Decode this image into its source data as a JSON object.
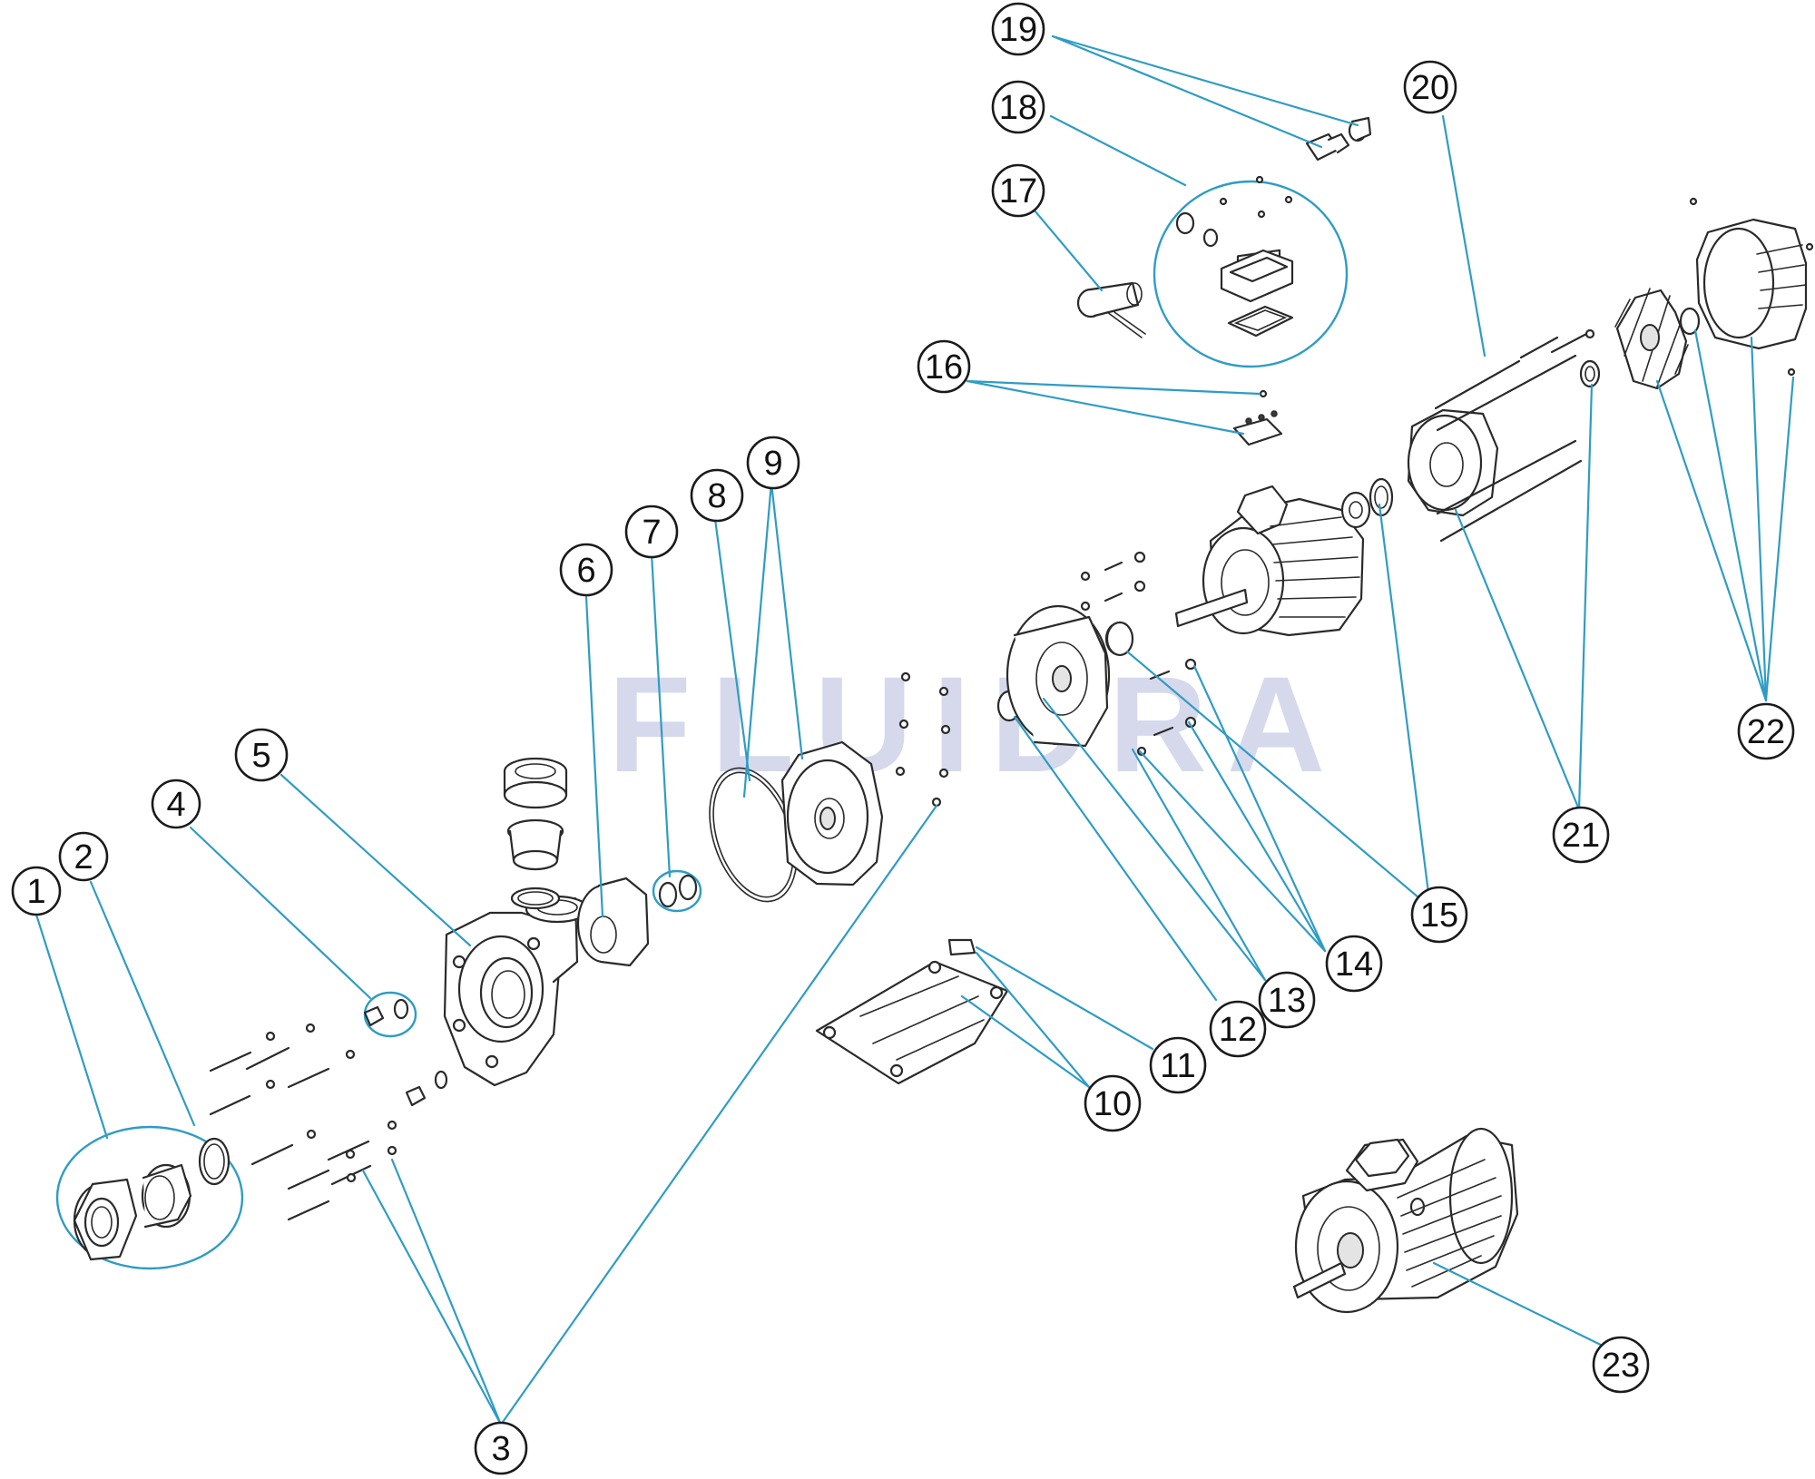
{
  "watermark": "FLUIDRA",
  "colors": {
    "leader_line": "#2f9cc4",
    "outline": "#2a2a2a",
    "watermark": "#c9cde6"
  },
  "callouts": [
    {
      "id": "1",
      "label": "1"
    },
    {
      "id": "2",
      "label": "2"
    },
    {
      "id": "3",
      "label": "3"
    },
    {
      "id": "4",
      "label": "4"
    },
    {
      "id": "5",
      "label": "5"
    },
    {
      "id": "6",
      "label": "6"
    },
    {
      "id": "7",
      "label": "7"
    },
    {
      "id": "8",
      "label": "8"
    },
    {
      "id": "9",
      "label": "9"
    },
    {
      "id": "10",
      "label": "10"
    },
    {
      "id": "11",
      "label": "11"
    },
    {
      "id": "12",
      "label": "12"
    },
    {
      "id": "13",
      "label": "13"
    },
    {
      "id": "14",
      "label": "14"
    },
    {
      "id": "15",
      "label": "15"
    },
    {
      "id": "16",
      "label": "16"
    },
    {
      "id": "17",
      "label": "17"
    },
    {
      "id": "18",
      "label": "18"
    },
    {
      "id": "19",
      "label": "19"
    },
    {
      "id": "20",
      "label": "20"
    },
    {
      "id": "21",
      "label": "21"
    },
    {
      "id": "22",
      "label": "22"
    },
    {
      "id": "23",
      "label": "23"
    }
  ]
}
